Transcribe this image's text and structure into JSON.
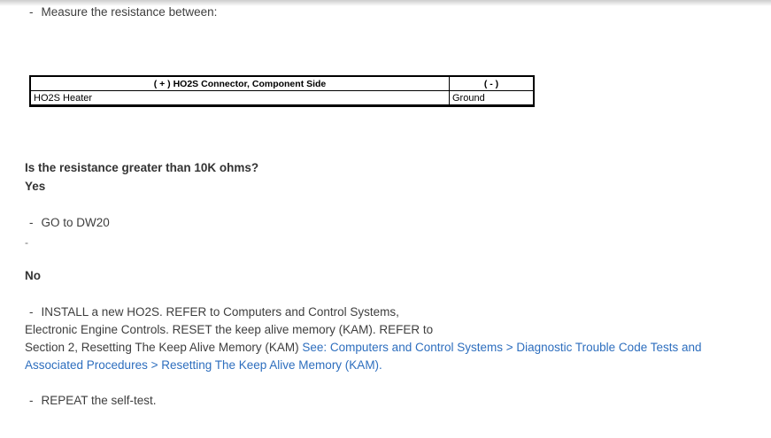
{
  "colors": {
    "text": "#3e3e3e",
    "heading": "#333333",
    "link": "#2d6ebe",
    "table_text": "#000000",
    "table_border": "#000000"
  },
  "content": {
    "measure": {
      "dash": "-",
      "text": "Measure the resistance between:"
    },
    "table": {
      "headers": [
        "( + ) HO2S Connector, Component Side",
        "( - )"
      ],
      "rows": [
        [
          "HO2S Heater",
          "Ground"
        ]
      ]
    },
    "question": "Is the resistance greater than 10K ohms?",
    "yes": {
      "label": "Yes",
      "step": {
        "dash": "-",
        "text": "GO to DW20"
      },
      "stray": "-"
    },
    "no": {
      "label": "No",
      "step": {
        "dash": "-",
        "line1": "INSTALL a new HO2S. REFER to Computers and Control Systems,",
        "line2": "Electronic Engine Controls. RESET the keep alive memory (KAM). REFER to",
        "line3": "Section 2, Resetting The Keep Alive Memory (KAM) ",
        "link_line1": "See: Computers and Control Systems > Diagnostic Trouble Code Tests and",
        "link_line2": "Associated Procedures > Resetting The Keep Alive Memory (KAM)."
      }
    },
    "repeat": {
      "dash": "-",
      "text": "REPEAT the self-test."
    }
  }
}
